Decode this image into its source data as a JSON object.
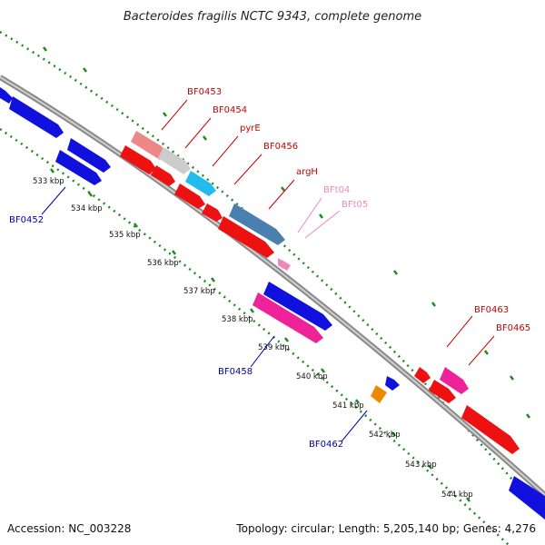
{
  "title": "Bacteroides fragilis NCTC 9343, complete genome",
  "footer": {
    "accession": "Accession: NC_003228",
    "summary": "Topology: circular; Length: 5,205,140 bp; Genes: 4,276"
  },
  "colors": {
    "backbone": "#8a8a8a",
    "dotted_ring": "#1f8a1f",
    "gene_red": "#ee1111",
    "gene_blue": "#1111dd",
    "gene_pink_light": "#ee8888",
    "gene_grey": "#cccccc",
    "gene_cyan": "#22bbee",
    "gene_steel": "#4a80b0",
    "gene_magenta": "#ee2299",
    "gene_orange": "#ee8800",
    "label_red": "#cc0000",
    "label_blue": "#0000aa",
    "label_pink": "#ee88bb"
  },
  "ticks": [
    "533 kbp",
    "534 kbp",
    "535 kbp",
    "536 kbp",
    "537 kbp",
    "538 kbp",
    "539 kbp",
    "540 kbp",
    "541 kbp",
    "542 kbp",
    "543 kbp",
    "544 kbp"
  ],
  "gene_labels": {
    "bf0452": "BF0452",
    "bf0453": "BF0453",
    "bf0454": "BF0454",
    "pyre": "pyrE",
    "bf0456": "BF0456",
    "argh": "argH",
    "bft04": "BFt04",
    "bft05": "BFt05",
    "bf0458": "BF0458",
    "bf0462": "BF0462",
    "bf0463": "BF0463",
    "bf0465": "BF0465"
  }
}
